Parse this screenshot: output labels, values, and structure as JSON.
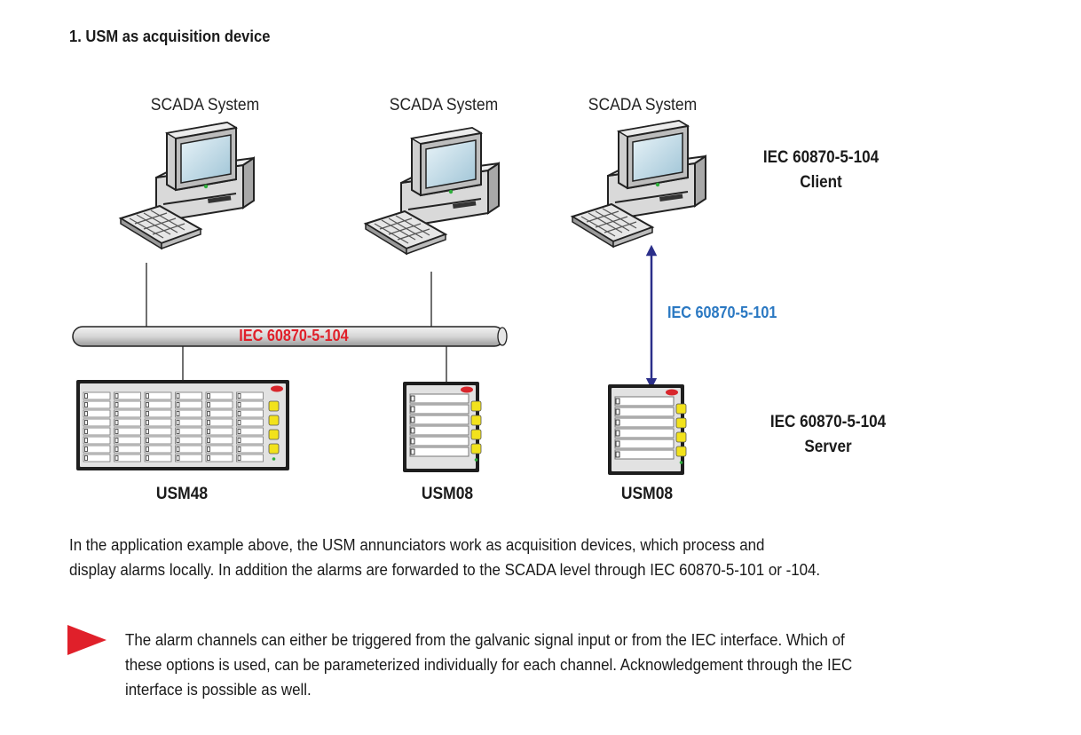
{
  "heading": "1. USM as acquisition device",
  "diagram": {
    "scada_systems": [
      {
        "label": "SCADA System"
      },
      {
        "label": "SCADA System"
      },
      {
        "label": "SCADA System"
      }
    ],
    "client_label": {
      "line1": "IEC 60870-5-104",
      "line2": "Client"
    },
    "server_label": {
      "line1": "IEC 60870-5-104",
      "line2": "Server"
    },
    "bus_label": "IEC 60870-5-104",
    "link_label": "IEC 60870-5-101",
    "devices": [
      {
        "label": "USM48"
      },
      {
        "label": "USM08"
      },
      {
        "label": "USM08"
      }
    ],
    "colors": {
      "bus_text": "#e0202a",
      "link_text": "#2a78c2",
      "arrow": "#2b2f8a",
      "key_yellow": "#f2e21c",
      "note_marker": "#e0202a"
    }
  },
  "description": {
    "line1": "In the application example above, the USM annunciators work as acquisition devices, which process and",
    "line2": "display alarms locally. In addition the alarms are forwarded to the SCADA level through IEC 60870-5-101 or -104."
  },
  "note": {
    "icon": "triangle-pointer-icon",
    "line1": "The alarm channels can either be triggered from the galvanic signal input or from the IEC interface. Which of",
    "line2": "these options is used, can be parameterized individually for each channel. Acknowledgement through the IEC",
    "line3": "interface is possible as well."
  }
}
